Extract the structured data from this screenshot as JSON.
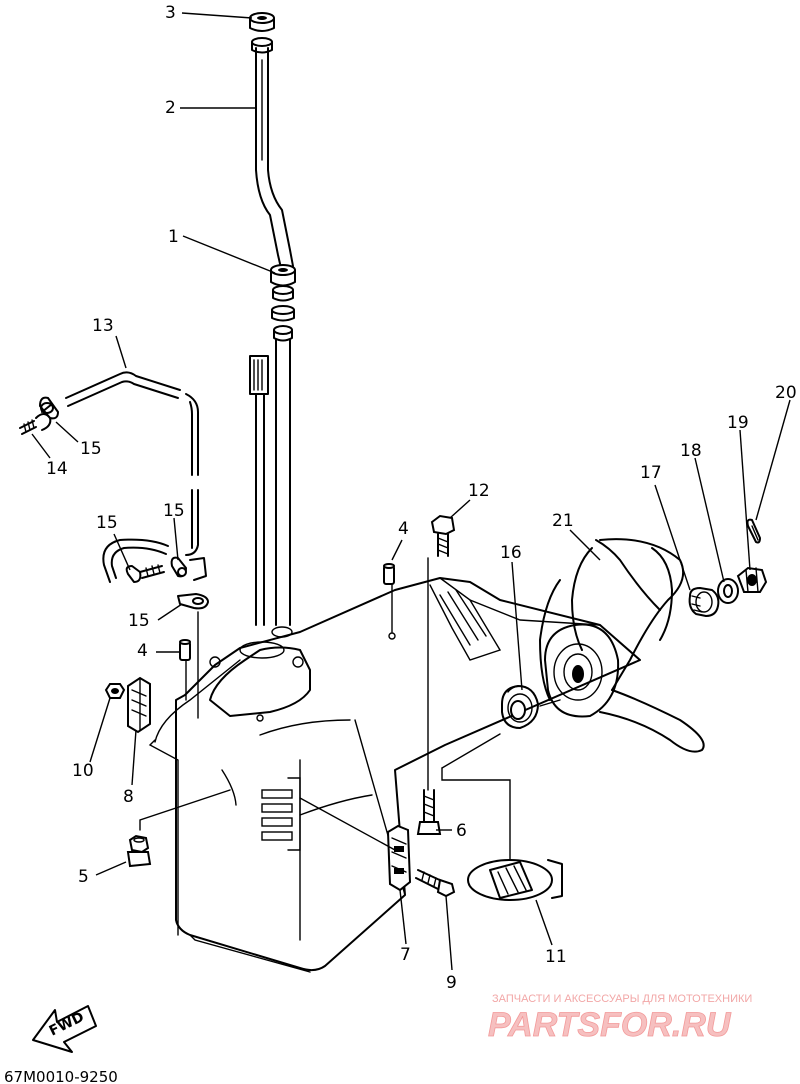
{
  "callouts": [
    {
      "num": "3"
    },
    {
      "num": "2"
    },
    {
      "num": "1"
    },
    {
      "num": "13"
    },
    {
      "num": "15"
    },
    {
      "num": "14"
    },
    {
      "num": "12"
    },
    {
      "num": "4"
    },
    {
      "num": "15"
    },
    {
      "num": "15"
    },
    {
      "num": "15"
    },
    {
      "num": "4"
    },
    {
      "num": "21"
    },
    {
      "num": "16"
    },
    {
      "num": "17"
    },
    {
      "num": "18"
    },
    {
      "num": "19"
    },
    {
      "num": "20"
    },
    {
      "num": "10"
    },
    {
      "num": "8"
    },
    {
      "num": "6"
    },
    {
      "num": "5"
    },
    {
      "num": "7"
    },
    {
      "num": "9"
    },
    {
      "num": "11"
    }
  ],
  "fwd_label": "FWD",
  "document_number": "67M0010-9250",
  "watermark": {
    "subtitle": "ЗАПЧАСТИ И АКСЕССУАРЫ ДЛЯ МОТОТЕХНИКИ",
    "brand": "PARTSFOR.RU"
  }
}
